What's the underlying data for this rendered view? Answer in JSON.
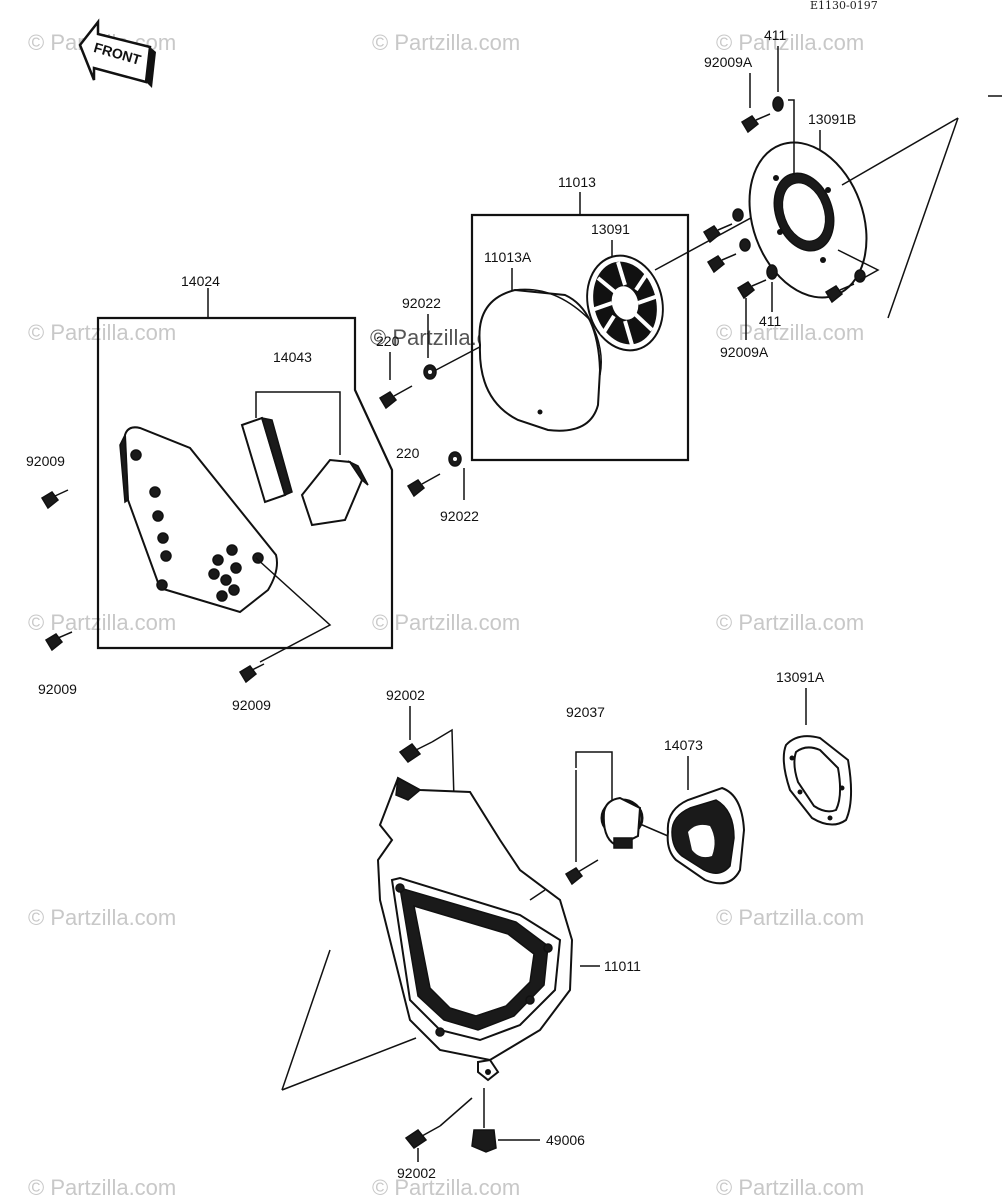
{
  "diagram_code": "E1130-0197",
  "front_label": "FRONT",
  "watermark_text": "© Partzilla.com",
  "center_watermark": "© Partzilla.com",
  "labels": {
    "p411_top": "411",
    "p92009A_top": "92009A",
    "p13091B": "13091B",
    "p11013": "11013",
    "p13091": "13091",
    "p11013A": "11013A",
    "p14024": "14024",
    "p92022_top": "92022",
    "p220_top": "220",
    "p14043": "14043",
    "p411_bot": "411",
    "p92009A_bot": "92009A",
    "p220_bot": "220",
    "p92022_bot": "92022",
    "p92009_left1": "92009",
    "p92009_left2": "92009",
    "p92009_mid": "92009",
    "p13091A": "13091A",
    "p92002_top": "92002",
    "p92037": "92037",
    "p14073": "14073",
    "p11011": "11011",
    "p49006": "49006",
    "p92002_bot": "92002"
  }
}
